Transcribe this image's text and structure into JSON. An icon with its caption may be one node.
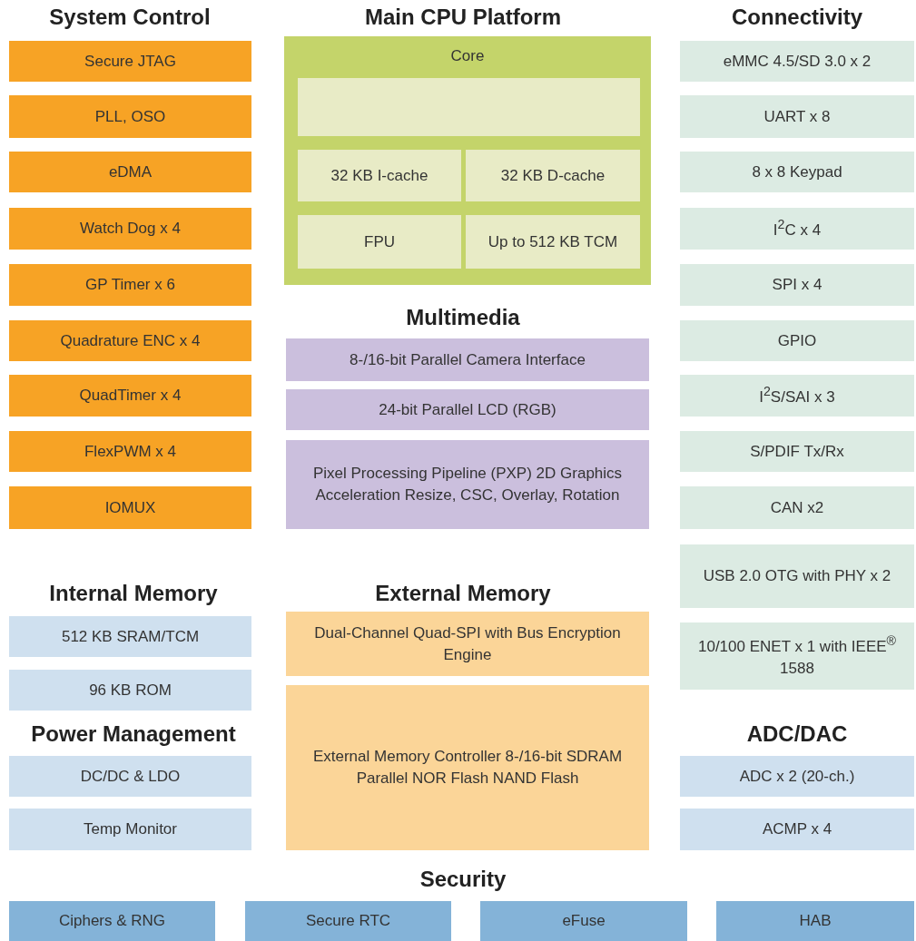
{
  "diagram": {
    "nodes": [
      {
        "text": [
          "Secure JTAG"
        ]
      },
      {
        "text": [
          "PLL, OSO"
        ]
      },
      {
        "text": [
          "eDMA"
        ]
      },
      {
        "text": [
          "Watch Dog x 4"
        ]
      },
      {
        "text": [
          "GP Timer x 6"
        ]
      },
      {
        "text": [
          "Quadrature ENC x 4"
        ]
      },
      {
        "text": [
          "QuadTimer x 4"
        ]
      },
      {
        "text": [
          "FlexPWM x 4"
        ]
      },
      {
        "text": [
          "IOMUX"
        ]
      },
      {
        "text": [
          "Core"
        ]
      },
      {
        "text": [],
        "shape": "box",
        "in": 9
      },
      {
        "text": [
          "32 KB I-cache"
        ],
        "in": 9
      },
      {
        "text": [
          "32 KB D-cache"
        ],
        "in": 9
      },
      {
        "text": [
          "FPU"
        ],
        "in": 9
      },
      {
        "text": [
          "Up to 512 KB TCM"
        ],
        "in": 9
      },
      {
        "text": [
          "8-/16-bit Parallel Camera Interface"
        ]
      },
      {
        "text": [
          "24-bit Parallel LCD (RGB)"
        ]
      },
      {
        "text": [
          "Pixel Processing Pipeline (PXP) 2D Graphics Acceleration Resize, CSC, Overlay, Rotation"
        ]
      },
      {
        "text": [
          "Dual-Channel Quad-SPI with Bus Encryption Engine"
        ]
      },
      {
        "text": [
          "External Memory Controller 8-/16-bit SDRAM Parallel NOR Flash NAND Flash"
        ]
      },
      {
        "text": [
          "eMMC 4.5/SD 3.0 x 2"
        ]
      },
      {
        "text": [
          "UART x 8"
        ]
      },
      {
        "text": [
          "8 x 8 Keypad"
        ]
      },
      {
        "text": [
          "I$^{2}$C x 4"
        ]
      },
      {
        "text": [
          "SPI x 4"
        ]
      },
      {
        "text": [
          "GPIO"
        ]
      },
      {
        "text": [
          "I$^{2}$S/SAI x 3"
        ]
      },
      {
        "text": [
          "S/PDIF Tx/Rx"
        ]
      },
      {
        "text": [
          "CAN x2"
        ]
      },
      {
        "text": [
          "USB 2.0 OTG with PHY x 2"
        ]
      },
      {
        "text": [
          "10/100 ENET x 1 with IEEE$^{®}$ 1588"
        ]
      },
      {
        "text": [
          "512 KB SRAM/TCM"
        ]
      },
      {
        "text": [
          "96 KB ROM"
        ]
      },
      {
        "text": [
          "DC/DC & LDO"
        ]
      },
      {
        "text": [
          "Temp Monitor"
        ]
      },
      {
        "text": [
          "ADC x 2 (20-ch.)"
        ]
      },
      {
        "text": [
          "ACMP x 4"
        ]
      },
      {
        "text": [
          "Ciphers & RNG"
        ]
      },
      {
        "text": [
          "Secure RTC"
        ]
      },
      {
        "text": [
          "eFuse"
        ]
      },
      {
        "text": [
          "HAB"
        ]
      }
    ],
    "labels": [
      "System Control",
      "Main CPU Platform",
      "Connectivity",
      "Multimedia",
      "Internal Memory",
      "External Memory",
      "Power Management",
      "ADC/DAC",
      "Security"
    ]
  }
}
